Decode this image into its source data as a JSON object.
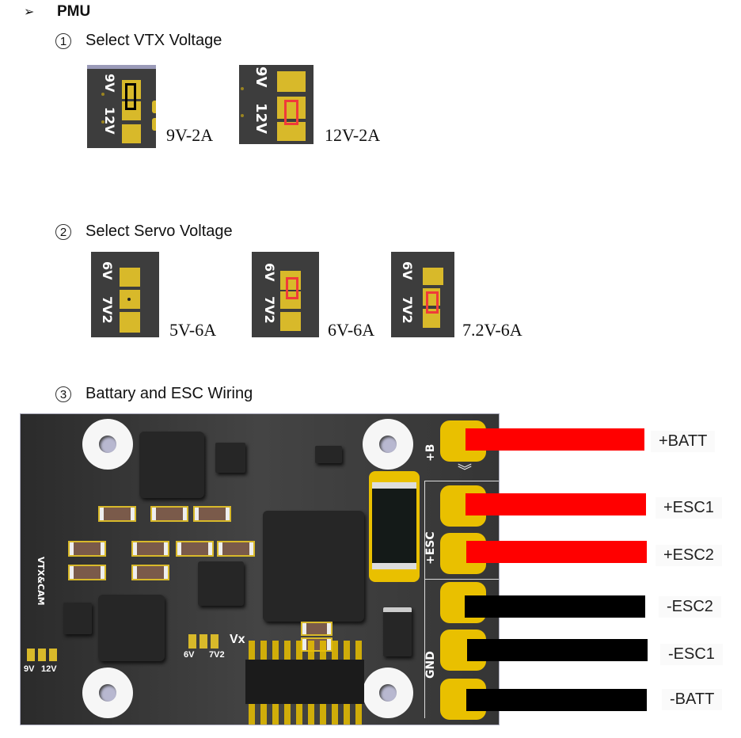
{
  "section": {
    "bullet_icon": "arrow-right-icon",
    "title": "PMU"
  },
  "steps": [
    {
      "number": "1",
      "title": "Select VTX Voltage"
    },
    {
      "number": "2",
      "title": "Select Servo Voltage"
    },
    {
      "number": "3",
      "title": "Battary and ESC Wiring"
    }
  ],
  "vtx": {
    "silk_labels": [
      "9V",
      "12V"
    ],
    "options": [
      {
        "caption": "9V-2A",
        "bridge": "9V"
      },
      {
        "caption": "12V-2A",
        "bridge": "12V"
      }
    ]
  },
  "servo": {
    "silk_labels": [
      "6V",
      "7V2"
    ],
    "options": [
      {
        "caption": "5V-6A",
        "bridge": "none"
      },
      {
        "caption": "6V-6A",
        "bridge": "6V"
      },
      {
        "caption": "7.2V-6A",
        "bridge": "7V2"
      }
    ]
  },
  "board": {
    "silk": {
      "vtx_cam": "VTX&CAM",
      "vtx_9v": "9V",
      "vtx_12v": "12V",
      "servo_6v": "6V",
      "servo_7v2": "7V2",
      "vx": "Vx",
      "plus_b": "+B",
      "plus_esc": "+ESC",
      "gnd": "GND"
    }
  },
  "wiring": [
    {
      "label": "+BATT",
      "color": "#ff0000"
    },
    {
      "label": "+ESC1",
      "color": "#ff0000"
    },
    {
      "label": "+ESC2",
      "color": "#ff0000"
    },
    {
      "label": "-ESC2",
      "color": "#000000"
    },
    {
      "label": "-ESC1",
      "color": "#000000"
    },
    {
      "label": "-BATT",
      "color": "#000000"
    }
  ]
}
